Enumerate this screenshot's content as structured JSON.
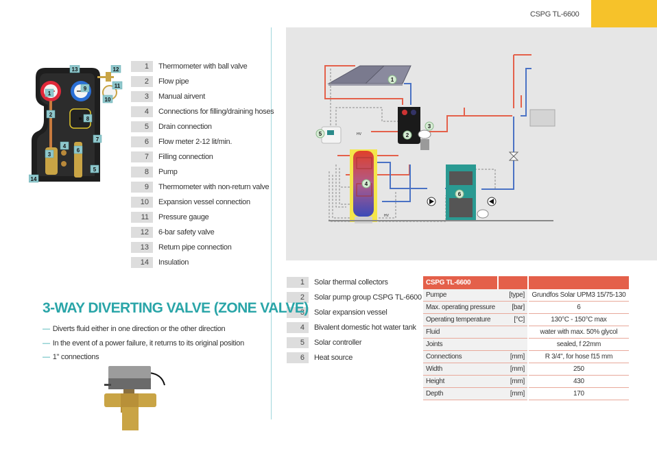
{
  "header": {
    "product_code": "CSPG TL-6600",
    "accent_color": "#f6c22a"
  },
  "pump_group": {
    "photo_label": "pump-group-photo",
    "callouts": [
      "1",
      "2",
      "3",
      "4",
      "5",
      "6",
      "7",
      "8",
      "9",
      "10",
      "11",
      "12",
      "13",
      "14"
    ],
    "parts": [
      {
        "num": "1",
        "label": "Thermometer with ball valve"
      },
      {
        "num": "2",
        "label": "Flow pipe"
      },
      {
        "num": "3",
        "label": "Manual airvent"
      },
      {
        "num": "4",
        "label": "Connections for filling/draining hoses"
      },
      {
        "num": "5",
        "label": "Drain connection"
      },
      {
        "num": "6",
        "label": "Flow meter 2-12 lit/min."
      },
      {
        "num": "7",
        "label": "Filling connection"
      },
      {
        "num": "8",
        "label": "Pump"
      },
      {
        "num": "9",
        "label": "Thermometer with non-return valve"
      },
      {
        "num": "10",
        "label": "Expansion vessel connection"
      },
      {
        "num": "11",
        "label": "Pressure gauge"
      },
      {
        "num": "12",
        "label": "6-bar safety valve"
      },
      {
        "num": "13",
        "label": "Return pipe connection"
      },
      {
        "num": "14",
        "label": "Insulation"
      }
    ]
  },
  "diagram": {
    "labels": {
      "hv1": "HV",
      "hv2": "HV"
    },
    "markers": [
      "1",
      "2",
      "3",
      "4",
      "5",
      "6"
    ],
    "legend": [
      {
        "num": "1",
        "label": "Solar thermal collectors"
      },
      {
        "num": "2",
        "label": "Solar pump group CSPG TL-6600"
      },
      {
        "num": "3",
        "label": "Solar expansion vessel"
      },
      {
        "num": "4",
        "label": "Bivalent domestic hot water tank"
      },
      {
        "num": "5",
        "label": "Solar controller"
      },
      {
        "num": "6",
        "label": "Heat source"
      }
    ]
  },
  "valve_section": {
    "title": "3-WAY DIVERTING VALVE (ZONE VALVE)",
    "title_color": "#2aa5a8",
    "bullets": [
      "Diverts fluid either in one direction or the other direction",
      "In the event of a power failure, it returns to its original position",
      "1\" connections"
    ],
    "dash": "—"
  },
  "spec_table": {
    "title": "CSPG TL-6600",
    "header_color": "#e4604a",
    "rows": [
      {
        "name": "Pumpe",
        "unit": "[type]",
        "value": "Grundfos Solar UPM3 15/75-130"
      },
      {
        "name": "Max. operating pressure",
        "unit": "[bar]",
        "value": "6"
      },
      {
        "name": "Operating temperature",
        "unit": "[°C]",
        "value": "130°C - 150°C max"
      },
      {
        "name": "Fluid",
        "unit": "",
        "value": "water with max. 50% glycol"
      },
      {
        "name": "Joints",
        "unit": "",
        "value": "sealed, f 22mm"
      },
      {
        "name": "Connections",
        "unit": "[mm]",
        "value": "R 3/4\", for hose f15 mm"
      },
      {
        "name": "Width",
        "unit": "[mm]",
        "value": "250"
      },
      {
        "name": "Height",
        "unit": "[mm]",
        "value": "430"
      },
      {
        "name": "Depth",
        "unit": "[mm]",
        "value": "170"
      }
    ]
  }
}
